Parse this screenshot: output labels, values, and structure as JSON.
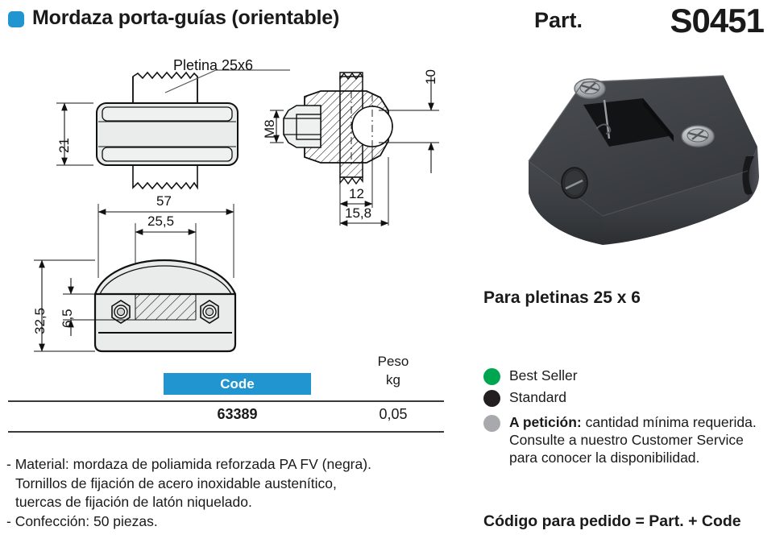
{
  "header": {
    "title": "Mordaza porta-guías (orientable)",
    "part_label": "Part.",
    "part_number": "S0451",
    "bullet_color": "#2095cf"
  },
  "drawing": {
    "callout": "Pletina 25x6",
    "dimensions": {
      "height_21": "21",
      "thread_m8": "M8",
      "hole_10": "10",
      "depth_12": "12",
      "total_15_8": "15,8",
      "width_57": "57",
      "slot_25_5": "25,5",
      "height_32_5": "32,5",
      "slot_6_5": "6,5"
    }
  },
  "photo": {
    "alt": "mordaza-porta-guias-product-photo",
    "body_color": "#3f4145",
    "screw_color": "#b9bcbe"
  },
  "for_plates": "Para pletinas 25 x 6",
  "table": {
    "headers": {
      "code": "Code",
      "peso": "Peso",
      "peso_unit": "kg"
    },
    "rows": [
      {
        "code": "63389",
        "peso": "0,05"
      }
    ],
    "header_bg": "#2095cf"
  },
  "notes": [
    "- Material: mordaza de poliamida reforzada PA FV (negra).",
    "Tornillos de fijación de acero inoxidable austenítico,",
    "tuercas de fijación de latón niquelado.",
    "- Confección: 50 piezas."
  ],
  "legend": {
    "items": [
      {
        "color": "#00a64f",
        "label": "Best Seller",
        "bold": ""
      },
      {
        "color": "#231f20",
        "label": "Standard",
        "bold": ""
      },
      {
        "color": "#a7a9ac",
        "bold": "A petición:",
        "label": " cantidad mínima requerida."
      }
    ],
    "availability_line2": "Consulte a nuestro Customer Service",
    "availability_line3": "para conocer la disponibilidad.",
    "order_code": "Código para pedido = Part. + Code"
  }
}
